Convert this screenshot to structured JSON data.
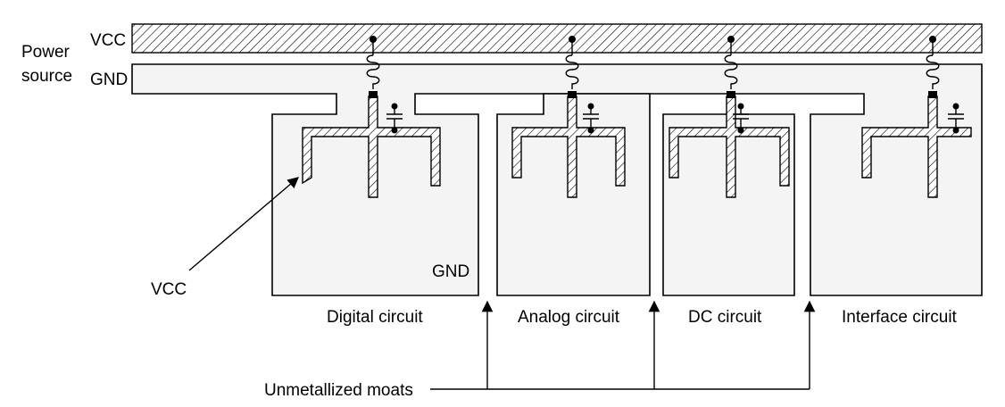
{
  "labels": {
    "power_source_line1": "Power",
    "power_source_line2": "source",
    "vcc_rail": "VCC",
    "gnd_rail": "GND",
    "gnd_plane": "GND",
    "vcc_pointer": "VCC",
    "moats": "Unmetallized moats"
  },
  "circuits": [
    {
      "name": "Digital circuit"
    },
    {
      "name": "Analog circuit"
    },
    {
      "name": "DC circuit"
    },
    {
      "name": "Interface circuit"
    }
  ]
}
